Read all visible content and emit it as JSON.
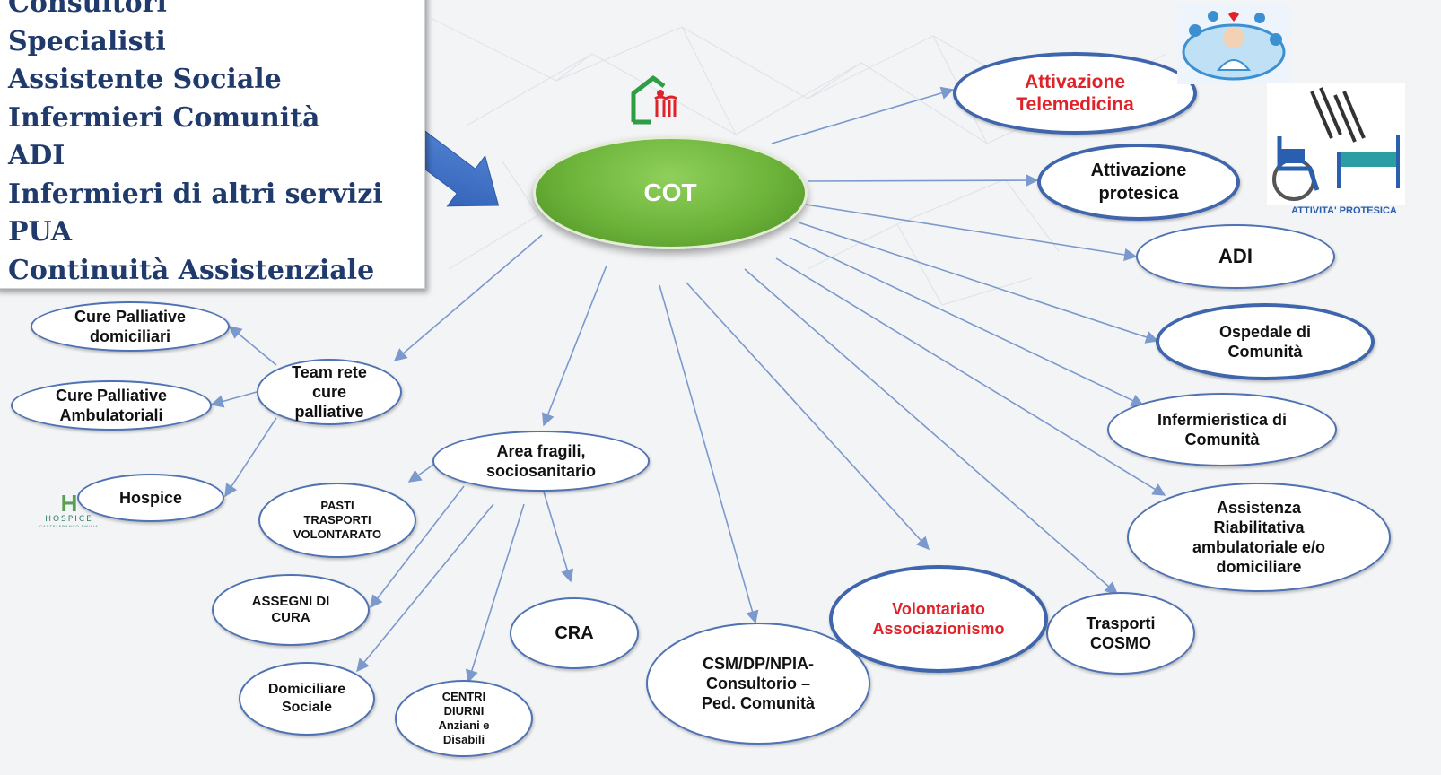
{
  "left_list": {
    "items": [
      "Consultori",
      "Specialisti",
      "Assistente Sociale",
      "Infermieri Comunità",
      "ADI",
      "Infermieri di altri servizi",
      "PUA",
      "Continuità Assistenziale"
    ]
  },
  "hub": {
    "label": "COT",
    "color": "#6cb33a"
  },
  "nodes": {
    "telemedicina": "Attivazione\nTelemedicina",
    "protesica": "Attivazione\nprotesica",
    "adi": "ADI",
    "ospedale": "Ospedale di\nComunità",
    "infermieristica": "Infermieristica di\nComunità",
    "riabilitativa": "Assistenza\nRiabilitativa\nambulatoriale e/o\ndomiciliare",
    "trasporti_cosmo": "Trasporti\nCOSMO",
    "volontariato": "Volontariato\nAssociazionismo",
    "csm": "CSM/DP/NPIA-\nConsultorio –\nPed. Comunità",
    "area_fragili": "Area fragili,\nsociosanitario",
    "cra": "CRA",
    "pasti": "PASTI\nTRASPORTI\nVOLONTARATO",
    "assegni": "ASSEGNI  DI\nCURA",
    "domiciliare": "Domiciliare\nSociale",
    "centri": "CENTRI\nDIURNI\nAnziani e\nDisabili",
    "team": "Team rete\ncure\npalliative",
    "cp_dom": "Cure Palliative\ndomiciliari",
    "cp_amb": "Cure Palliative\nAmbulatoriali",
    "hospice": "Hospice"
  },
  "images": {
    "protesica_caption": "ATTIVITA' PROTESICA",
    "hospice_logo_letter": "H",
    "hospice_logo_text": "HOSPICE",
    "hospice_logo_sub": "CASTELFRANCO EMILIA"
  },
  "colors": {
    "list_text": "#1f3a6b",
    "node_border": "#4e72b3",
    "connector": "#7b99cc",
    "red_text": "#e0222a",
    "pointer_arrow": "#3d6fc4"
  }
}
